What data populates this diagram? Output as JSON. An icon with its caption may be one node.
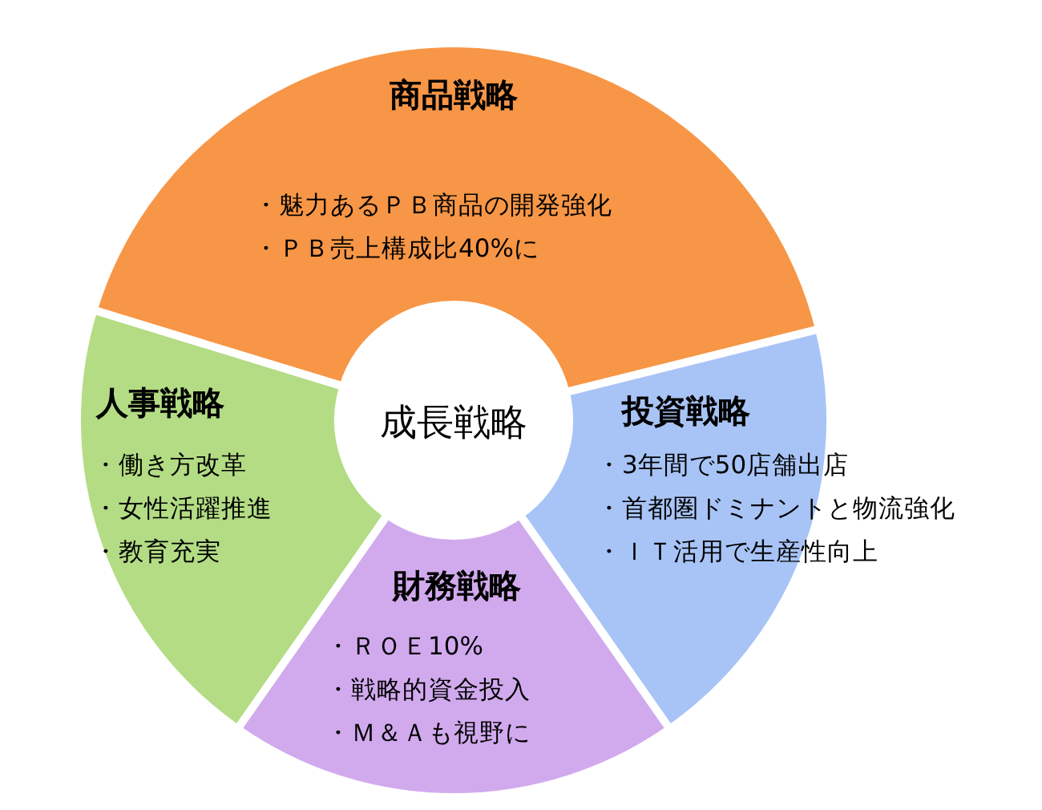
{
  "diagram": {
    "nodes": [
      {
        "text": [
          "商品戦略",
          "・魅力あるＰＢ商品の開発強化",
          "・ＰＢ売上構成比40%に"
        ]
      },
      {
        "text": [
          "人事戦略",
          "・働き方改革",
          "・女性活躍推進",
          "・教育充実"
        ]
      },
      {
        "text": [
          "成長戦略"
        ]
      },
      {
        "text": [
          "投資戦略",
          "・3年間で50店舗出店",
          "・首都圏ドミナントと物流強化",
          "・ＩＴ活用で生産性向上"
        ]
      },
      {
        "text": [
          "財務戦略",
          "・ＲＯＥ10%",
          "・戦略的資金投入",
          "・Ｍ＆Ａも視野に"
        ]
      }
    ]
  }
}
